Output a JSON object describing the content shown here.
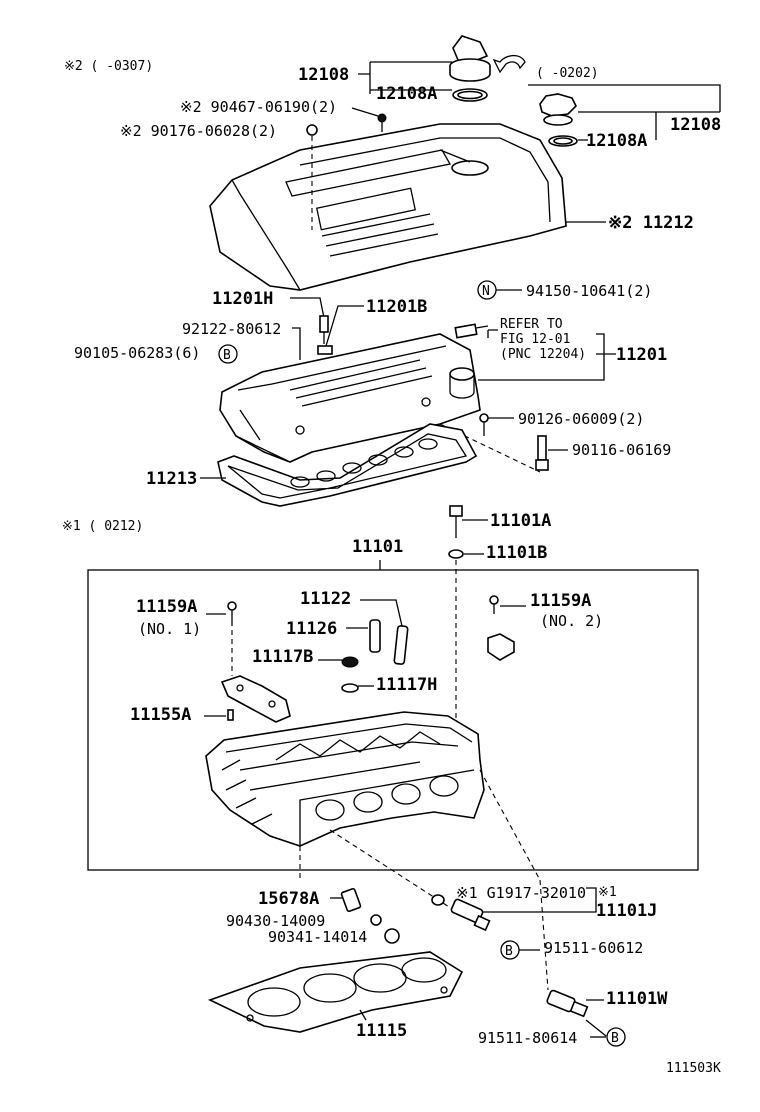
{
  "diagram": {
    "figure_code": "111503K",
    "notes": {
      "note2_range": "※2 (        -0307)",
      "note_0202": "(        -0202)",
      "note1_range": "※1 (        0212)"
    },
    "labels": {
      "p12108": "12108",
      "p12108a": "12108A",
      "p12108_r": "12108",
      "p12108a_r": "12108A",
      "p90467": "※2 90467-06190(2)",
      "p90176": "※2 90176-06028(2)",
      "p11212": "※2 11212",
      "n_circle": "N",
      "p94150": "94150-10641(2)",
      "p11201h": "11201H",
      "p11201b": "11201B",
      "p92122": "92122-80612",
      "p90105": "90105-06283(6)",
      "b_circle": "B",
      "refer1": "REFER TO",
      "refer2": "FIG 12-01",
      "refer3": "(PNC 12204)",
      "p11201": "11201",
      "p90126": "90126-06009(2)",
      "p90116": "90116-06169",
      "p11213": "11213",
      "p11101a": "11101A",
      "p11101": "11101",
      "p11101b": "11101B",
      "p11159a_1": "11159A",
      "no1": "(NO. 1)",
      "p11122": "11122",
      "p11126": "11126",
      "p11159a_2": "11159A",
      "no2": "(NO. 2)",
      "p11117b": "11117B",
      "p11117h": "11117H",
      "p11155a": "11155A",
      "p15678a": "15678A",
      "p90430": "90430-14009",
      "p90341": "90341-14014",
      "pg1917": "※1 G1917-32010",
      "star1": "※1",
      "p11101j": "11101J",
      "p91511_606": "91511-60612",
      "p11101w": "11101W",
      "p11115": "11115",
      "p91511_806": "91511-80614"
    }
  }
}
